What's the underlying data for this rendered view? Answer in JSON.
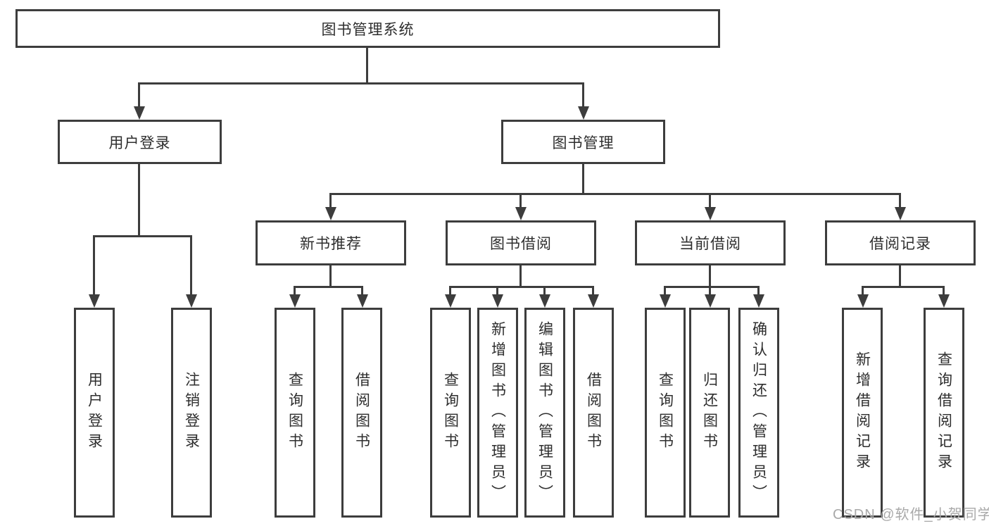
{
  "diagram": {
    "root": {
      "label": "图书管理系统"
    },
    "level1": [
      {
        "label": "用户登录"
      },
      {
        "label": "图书管理"
      }
    ],
    "level2": [
      {
        "label": "新书推荐"
      },
      {
        "label": "图书借阅"
      },
      {
        "label": "当前借阅"
      },
      {
        "label": "借阅记录"
      }
    ],
    "leaves": [
      {
        "label": "用户登录"
      },
      {
        "label": "注销登录"
      },
      {
        "label": "查询图书"
      },
      {
        "label": "借阅图书"
      },
      {
        "label": "查询图书"
      },
      {
        "label": "新增图书（管理员）"
      },
      {
        "label": "编辑图书（管理员）"
      },
      {
        "label": "借阅图书"
      },
      {
        "label": "查询图书"
      },
      {
        "label": "归还图书"
      },
      {
        "label": "确认归还（管理员）"
      },
      {
        "label": "新增借阅记录"
      },
      {
        "label": "查询借阅记录"
      }
    ]
  },
  "watermark": {
    "text": "CSDN @软件_小贺同学"
  },
  "colors": {
    "line": "#3d3d3d",
    "text": "#2e2e2e",
    "watermark": "#a9a9a9",
    "background": "#ffffff"
  }
}
